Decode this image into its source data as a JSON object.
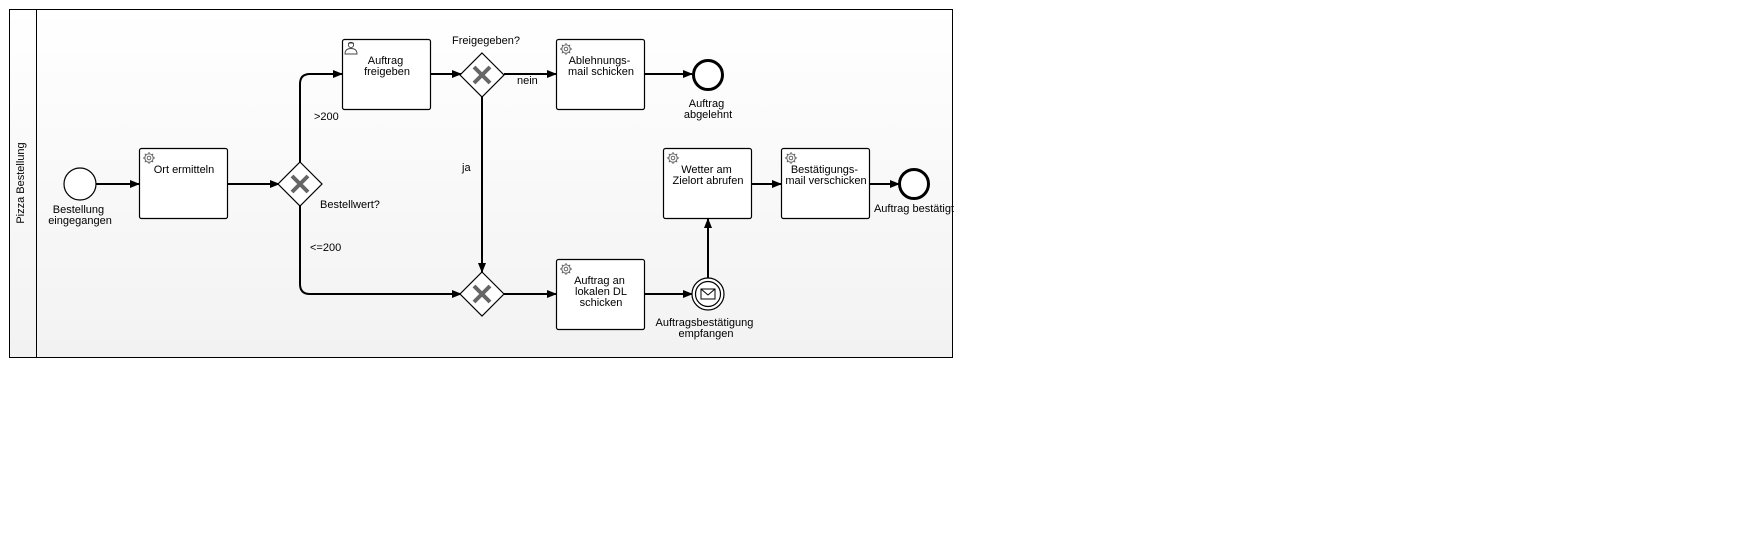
{
  "pool": {
    "lane_label": "Pizza Bestellung"
  },
  "events": {
    "start": "Bestellung eingegangen",
    "end_rejected": "Auftrag abgelehnt",
    "end_confirmed": "Auftrag bestätigt",
    "intermediate_message": "Auftragsbestätigung empfangen"
  },
  "tasks": {
    "ort_ermitteln": "Ort ermitteln",
    "auftrag_freigeben": "Auftrag freigeben",
    "ablehnungsmail": "Ablehnungs- mail schicken",
    "auftrag_dl": "Auftrag an lokalen DL schicken",
    "wetter": "Wetter am Zielort abrufen",
    "bestaetigungsmail": "Bestätigungs- mail verschicken"
  },
  "gateways": {
    "bestellwert": "Bestellwert?",
    "freigegeben": "Freigegeben?"
  },
  "flow_labels": {
    "gt200": ">200",
    "le200": "<=200",
    "nein": "nein",
    "ja": "ja"
  },
  "colors": {
    "pool_background_top": "#ffffff",
    "pool_background_bottom": "#f2f2f2",
    "stroke": "#000000",
    "gateway_marker": "#666666"
  },
  "icons": {
    "service_task": "gear-icon",
    "user_task": "user-icon",
    "message_event": "envelope-icon"
  }
}
